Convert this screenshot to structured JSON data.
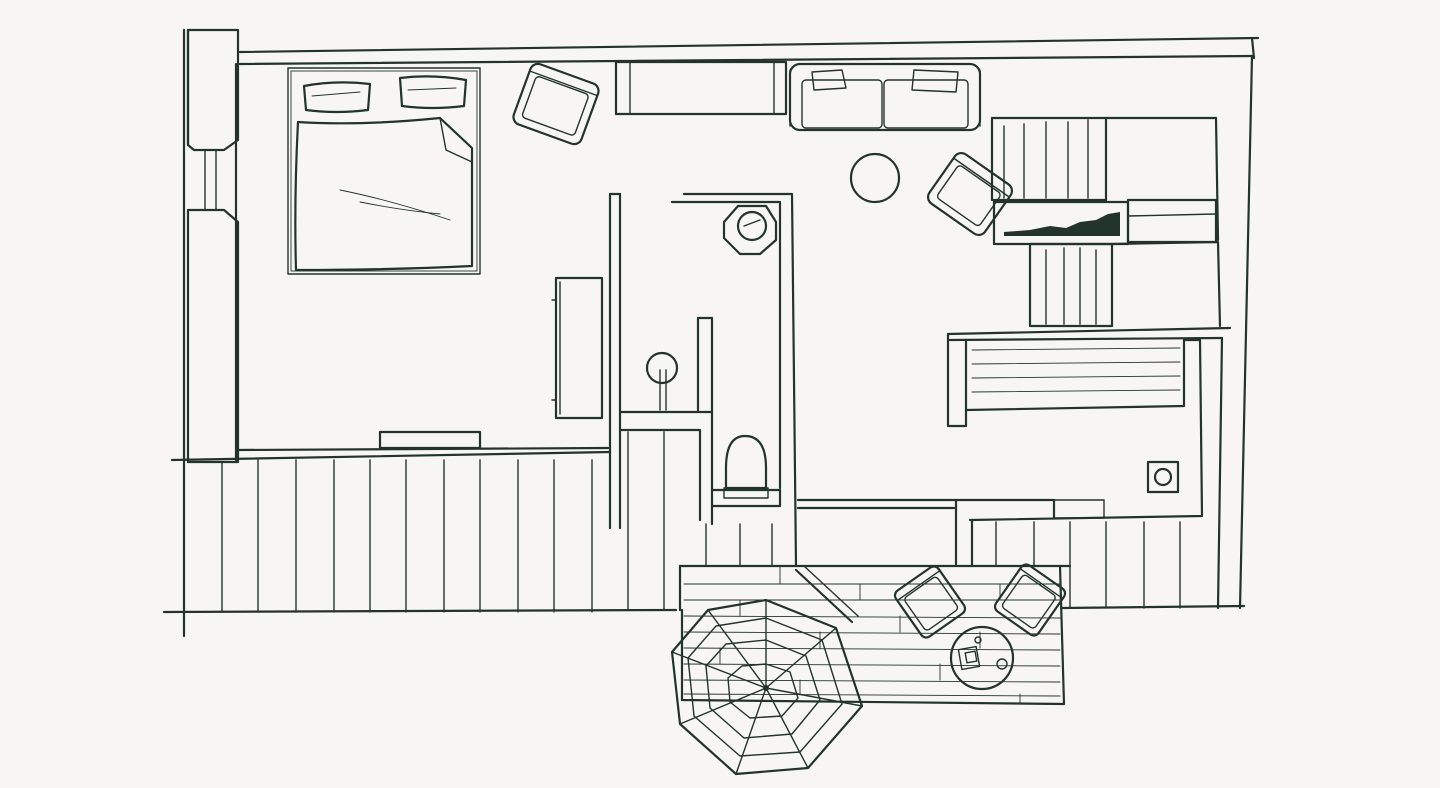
{
  "drawing": {
    "kind": "floor-plan-sketch",
    "style": "hand-drawn line art",
    "colors": {
      "ink": "#22342c",
      "paper": "#f8f6f4"
    },
    "rooms": [
      "bedroom",
      "living-area",
      "bathroom",
      "kitchen",
      "terrace"
    ],
    "fixtures": [
      "double-bed",
      "pillow",
      "pillow",
      "armchair",
      "armchair",
      "sofa",
      "side-table",
      "tv-unit",
      "wardrobe",
      "washbasin",
      "toilet",
      "kitchen-counter",
      "washing-machine",
      "patio-umbrella",
      "patio-chair",
      "patio-chair",
      "round-patio-table"
    ]
  }
}
